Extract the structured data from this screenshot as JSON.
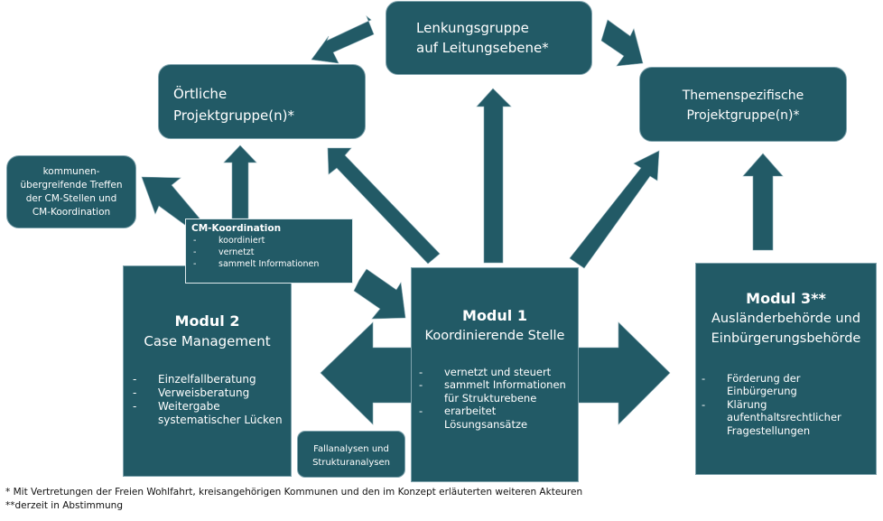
{
  "colors": {
    "primary": "#225a66",
    "text_on_primary": "#ffffff",
    "background": "#ffffff",
    "outline": "#7fa3ad"
  },
  "nodes": {
    "lenkungsgruppe": {
      "line1": "Lenkungsgruppe",
      "line2": "auf Leitungsebene*"
    },
    "oertliche": {
      "line1": "Örtliche",
      "line2": "Projektgruppe(n)*"
    },
    "themenspezifische": {
      "line1": "Themenspezifische",
      "line2": "Projektgruppe(n)*"
    },
    "kommunen": {
      "line1": "kommunen-",
      "line2": "übergreifende Treffen",
      "line3": "der CM-Stellen und",
      "line4": "CM-Koordination"
    },
    "cm_koordination": {
      "title": "CM-Koordination",
      "items": [
        "koordiniert",
        "vernetzt",
        "sammelt Informationen"
      ]
    },
    "modul2": {
      "title": "Modul 2",
      "subtitle": "Case Management",
      "items": [
        "Einzelfallberatung",
        "Verweisberatung",
        "Weitergabe systematischer Lücken"
      ]
    },
    "modul1": {
      "title": "Modul 1",
      "subtitle": "Koordinierende Stelle",
      "items": [
        "vernetzt und steuert",
        "sammelt Informationen für Strukturebene",
        "erarbeitet Lösungsansätze"
      ]
    },
    "modul3": {
      "title": "Modul 3**",
      "subtitle_line1": "Ausländerbehörde und",
      "subtitle_line2": "Einbürgerungsbehörde",
      "items": [
        "Förderung der Einbürgerung",
        "Klärung aufenthaltsrechtlicher Fragestellungen"
      ]
    },
    "fallanalysen": {
      "line1": "Fallanalysen und",
      "line2": "Strukturanalysen"
    }
  },
  "edges": [
    {
      "from": "Lenkungsgruppe auf Leitungsebene",
      "to": "Örtliche Projektgruppe(n)"
    },
    {
      "from": "Lenkungsgruppe auf Leitungsebene",
      "to": "Themenspezifische Projektgruppe(n)"
    },
    {
      "from": "Modul 1",
      "to": "Lenkungsgruppe auf Leitungsebene"
    },
    {
      "from": "Modul 1",
      "to": "Örtliche Projektgruppe(n)"
    },
    {
      "from": "Modul 1",
      "to": "Themenspezifische Projektgruppe(n)"
    },
    {
      "from": "CM-Koordination",
      "to": "Örtliche Projektgruppe(n)"
    },
    {
      "from": "CM-Koordination",
      "to": "kommunenübergreifende Treffen"
    },
    {
      "from": "CM-Koordination",
      "to": "Modul 1"
    },
    {
      "from": "Modul 3",
      "to": "Themenspezifische Projektgruppe(n)"
    },
    {
      "from": "Modul 1",
      "to": "Modul 2 / Modul 3",
      "type": "double-arrow"
    }
  ],
  "footnotes": {
    "one": "* Mit Vertretungen der Freien Wohlfahrt, kreisangehörigen Kommunen und den im Konzept erläuterten weiteren Akteuren",
    "two": "**derzeit in Abstimmung"
  }
}
